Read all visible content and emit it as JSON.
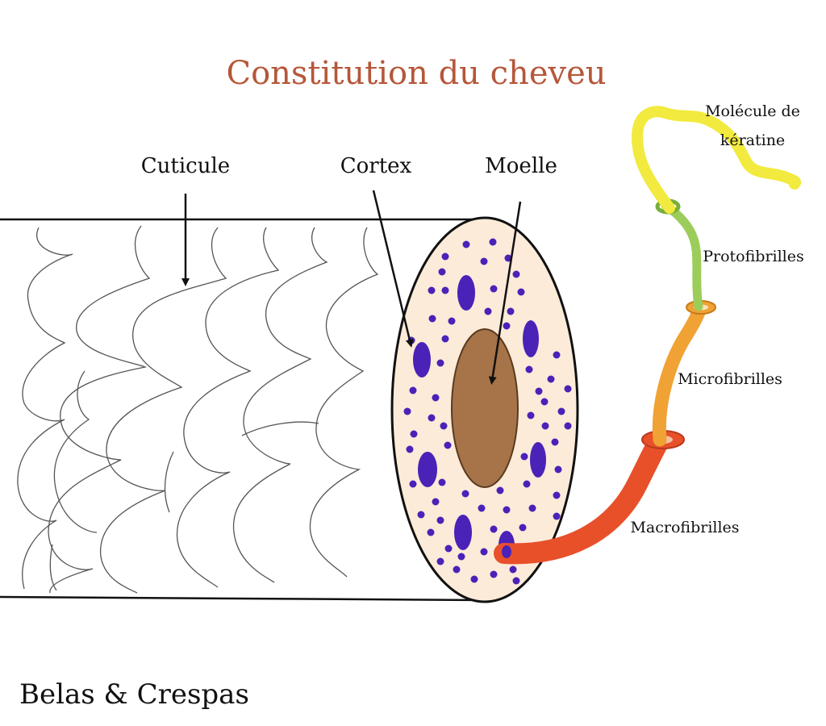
{
  "title": "Constitution du cheveu",
  "labels": {
    "cuticule": "Cuticule",
    "cortex": "Cortex",
    "moelle": "Moelle",
    "molecule": [
      "Molécule de",
      "kératine"
    ],
    "protofibrilles": "Protofibrilles",
    "microfibrilles": "Microfibrilles",
    "macrofibrilles": "Macrofibrilles"
  },
  "credit": "Belas & Crespas",
  "colors": {
    "title": "#b5573a",
    "cross_section_fill": "#fcebd8",
    "medulla": "#a67448",
    "cell_nuclei": "#4a22b8",
    "keratin_molecule": "#f2ea3e",
    "protofibril": "#9ccd5a",
    "microfibril": "#f0a234",
    "macrofibril": "#e8502a"
  }
}
